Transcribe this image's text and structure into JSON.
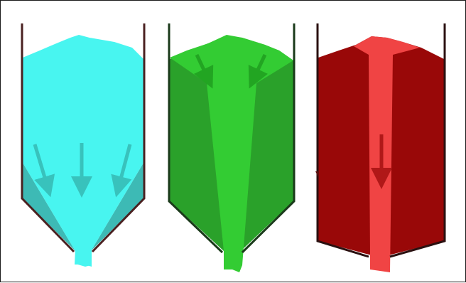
{
  "figure": {
    "panels": [
      {
        "id": "mass-flow",
        "flowing_color": "#48f5f0",
        "stagnant_color": "#3dbab5",
        "arrow_color": "#38c2bc",
        "wall_color": "#4a2020"
      },
      {
        "id": "funnel-flow",
        "flowing_color": "#33cc33",
        "stagnant_color": "#2aa12a",
        "arrow_color": "#22a522",
        "wall_color": "#1a3a1a"
      },
      {
        "id": "core-flow",
        "flowing_color": "#f04444",
        "stagnant_color": "#990808",
        "arrow_color": "#b01818",
        "wall_color": "#2a1010"
      }
    ]
  }
}
